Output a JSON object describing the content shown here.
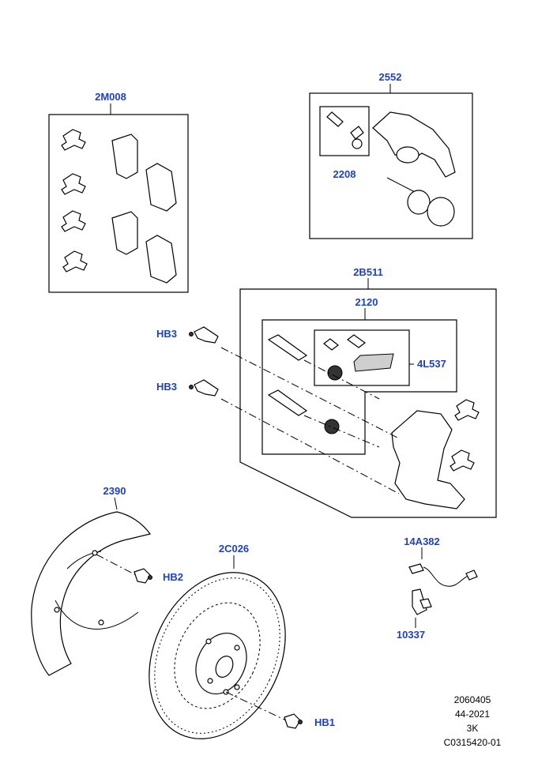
{
  "callouts": {
    "brake_pads": "2M008",
    "caliper": "2552",
    "guide_pin": "2208",
    "carrier_kit": "2B511",
    "pin_kit": "2120",
    "anti_rattle": "4L537",
    "bolt_upper": "HB3",
    "bolt_lower": "HB3",
    "shield": "2390",
    "shield_bolt": "HB2",
    "disc": "2C026",
    "disc_screw": "HB1",
    "wear_sensor": "14A382",
    "sensor_clip": "10337"
  },
  "reference": {
    "code_1": "2060405",
    "code_2": "44-2021",
    "code_3": "3K",
    "code_4": "C0315420-01"
  }
}
